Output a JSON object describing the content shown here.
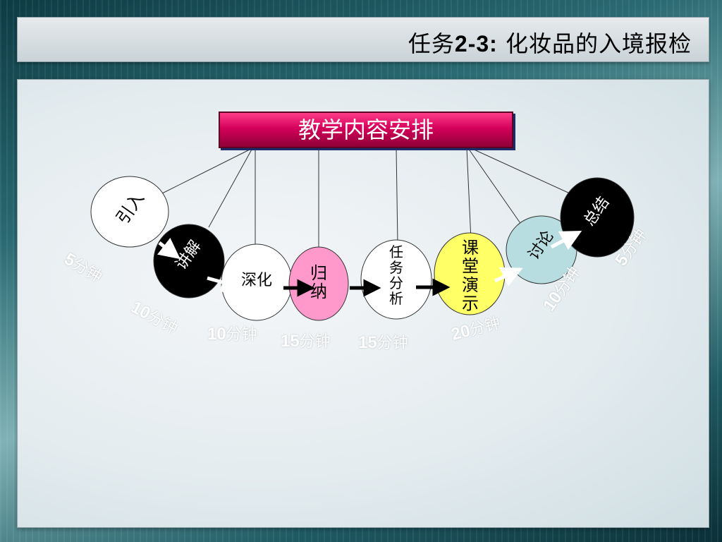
{
  "slide": {
    "title_prefix": "任务",
    "title_num": "2-3:",
    "title_rest": " 化妆品的入境报检",
    "heading": "教学内容安排"
  },
  "steps": [
    {
      "label": "引入",
      "num": "5",
      "unit": "分钟",
      "fill": "#ffffff",
      "text_color": "#000000"
    },
    {
      "label": "讲解",
      "num": "10",
      "unit": "分钟",
      "fill": "#000000",
      "text_color": "#ffffff"
    },
    {
      "label": "深化",
      "num": "10",
      "unit": "分钟",
      "fill": "#ffffff",
      "text_color": "#000000"
    },
    {
      "label": "归纳",
      "num": "15",
      "unit": "分钟",
      "fill": "#ff99cc",
      "text_color": "#000000"
    },
    {
      "label": "任务分析",
      "num": "15",
      "unit": "分钟",
      "fill": "#ffffff",
      "text_color": "#000000"
    },
    {
      "label": "课堂演示",
      "num": "20",
      "unit": "分钟",
      "fill": "#ffff66",
      "text_color": "#000000"
    },
    {
      "label": "讨论",
      "num": "10",
      "unit": "分钟",
      "fill": "#b7dde1",
      "text_color": "#000000"
    },
    {
      "label": "总结",
      "num": "5",
      "unit": "分钟",
      "fill": "#000000",
      "text_color": "#ffffff"
    }
  ],
  "colors": {
    "heading_accent": "#d4005a",
    "connector": "#333333"
  }
}
